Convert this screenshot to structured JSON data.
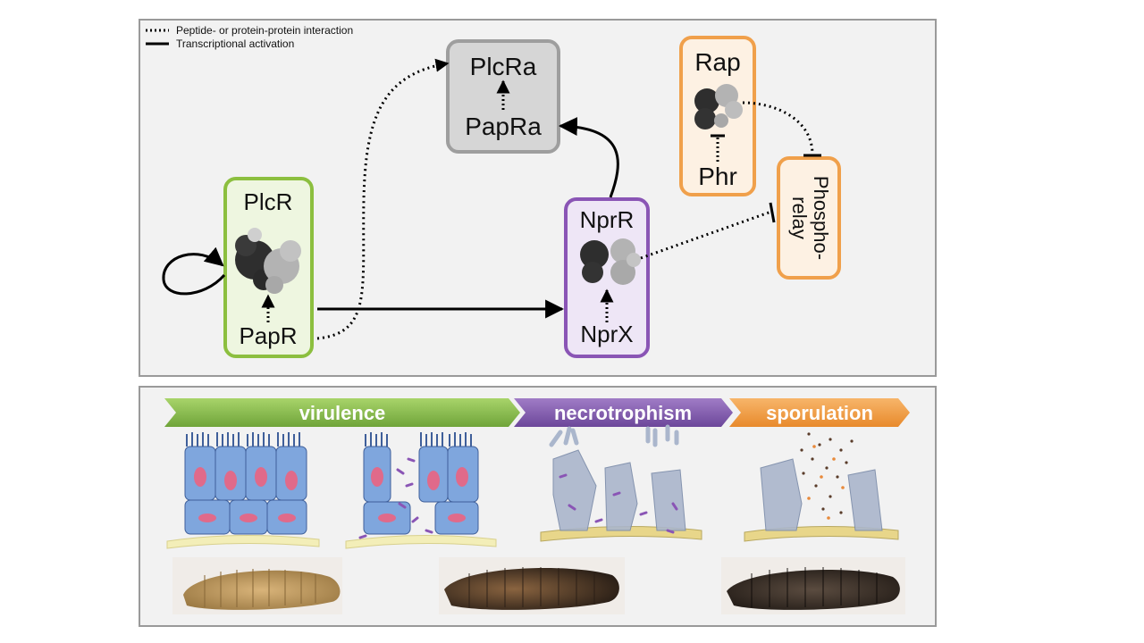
{
  "legend": {
    "dotted": "Peptide- or protein-protein interaction",
    "solid": "Transcriptional activation"
  },
  "boxes": {
    "plcr": {
      "top": "PlcR",
      "bottom": "PapR"
    },
    "plcra": {
      "top": "PlcRa",
      "bottom": "PapRa"
    },
    "nprr": {
      "top": "NprR",
      "bottom": "NprX"
    },
    "rap": {
      "top": "Rap",
      "bottom": "Phr"
    },
    "phosphorelay": {
      "line1": "Phospho-",
      "line2": "relay"
    }
  },
  "stages": {
    "virulence": "virulence",
    "necrotrophism": "necrotrophism",
    "sporulation": "sporulation"
  },
  "colors": {
    "panel_bg": "#f2f2f2",
    "green": "#8cbf3f",
    "green_fill": "#eef6e0",
    "gray": "#9e9e9e",
    "gray_fill": "#d6d6d6",
    "purple": "#8a55b5",
    "purple_fill": "#eee6f6",
    "orange": "#f0a04b",
    "orange_fill": "#fdf1e3",
    "cell_blue": "#7fa6dd",
    "nucleus_pink": "#e06a8a",
    "larva_tan": "#c8a46a",
    "larva_dark": "#3a2e26"
  }
}
